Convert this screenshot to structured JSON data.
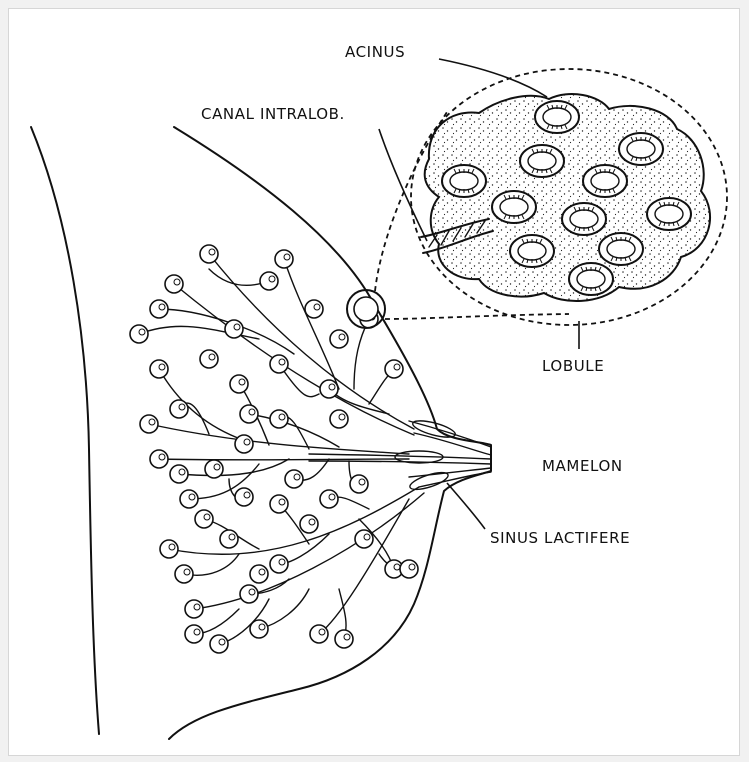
{
  "diagram": {
    "labels": {
      "acinus": "ACINUS",
      "canal": "CANAL INTRALOB.",
      "lobule": "LOBULE",
      "mamelon": "MAMELON",
      "sinus": "SINUS LACTIFERE"
    }
  }
}
